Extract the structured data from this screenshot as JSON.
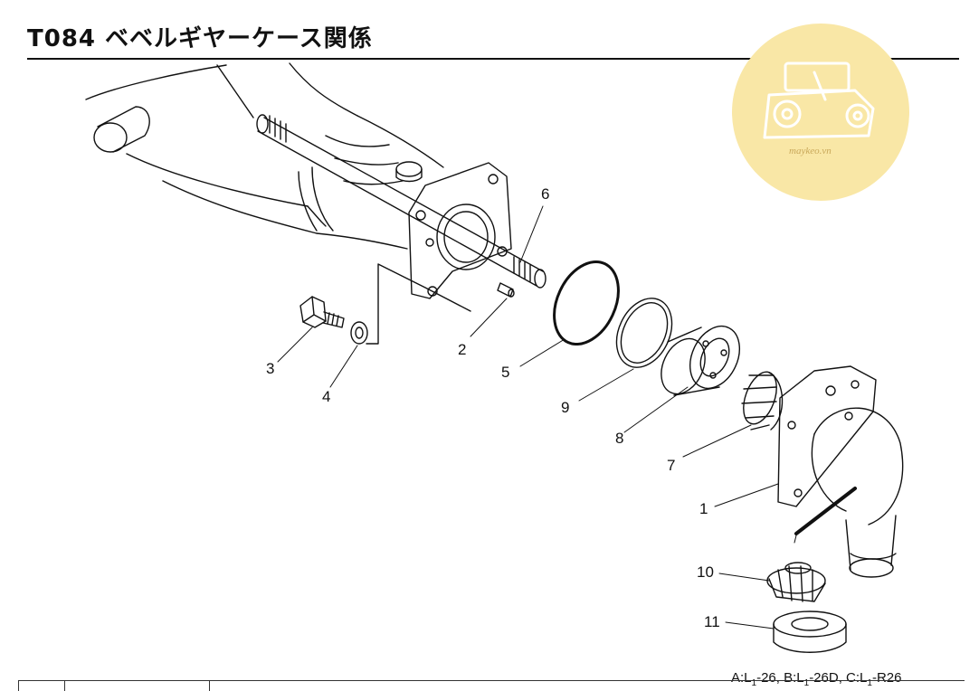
{
  "header": {
    "title": "T084 ベベルギヤーケース関係"
  },
  "watermark": {
    "text": "maykeo.vn",
    "color": "#f9e7a6",
    "ink": "#c9a85a"
  },
  "callouts": [
    {
      "id": "1",
      "label": "1"
    },
    {
      "id": "2",
      "label": "2"
    },
    {
      "id": "3",
      "label": "3"
    },
    {
      "id": "4",
      "label": "4"
    },
    {
      "id": "5",
      "label": "5"
    },
    {
      "id": "6",
      "label": "6"
    },
    {
      "id": "7",
      "label": "7"
    },
    {
      "id": "8",
      "label": "8"
    },
    {
      "id": "9",
      "label": "9"
    },
    {
      "id": "10",
      "label": "10"
    },
    {
      "id": "11",
      "label": "11"
    }
  ],
  "models": {
    "a_prefix": "A:L",
    "a_sub": "1",
    "a_suffix": "-26,",
    "b_prefix": "B:L",
    "b_sub": "1",
    "b_suffix": "-26D,",
    "c_prefix": "C:L",
    "c_sub": "1",
    "c_suffix": "-R26"
  }
}
